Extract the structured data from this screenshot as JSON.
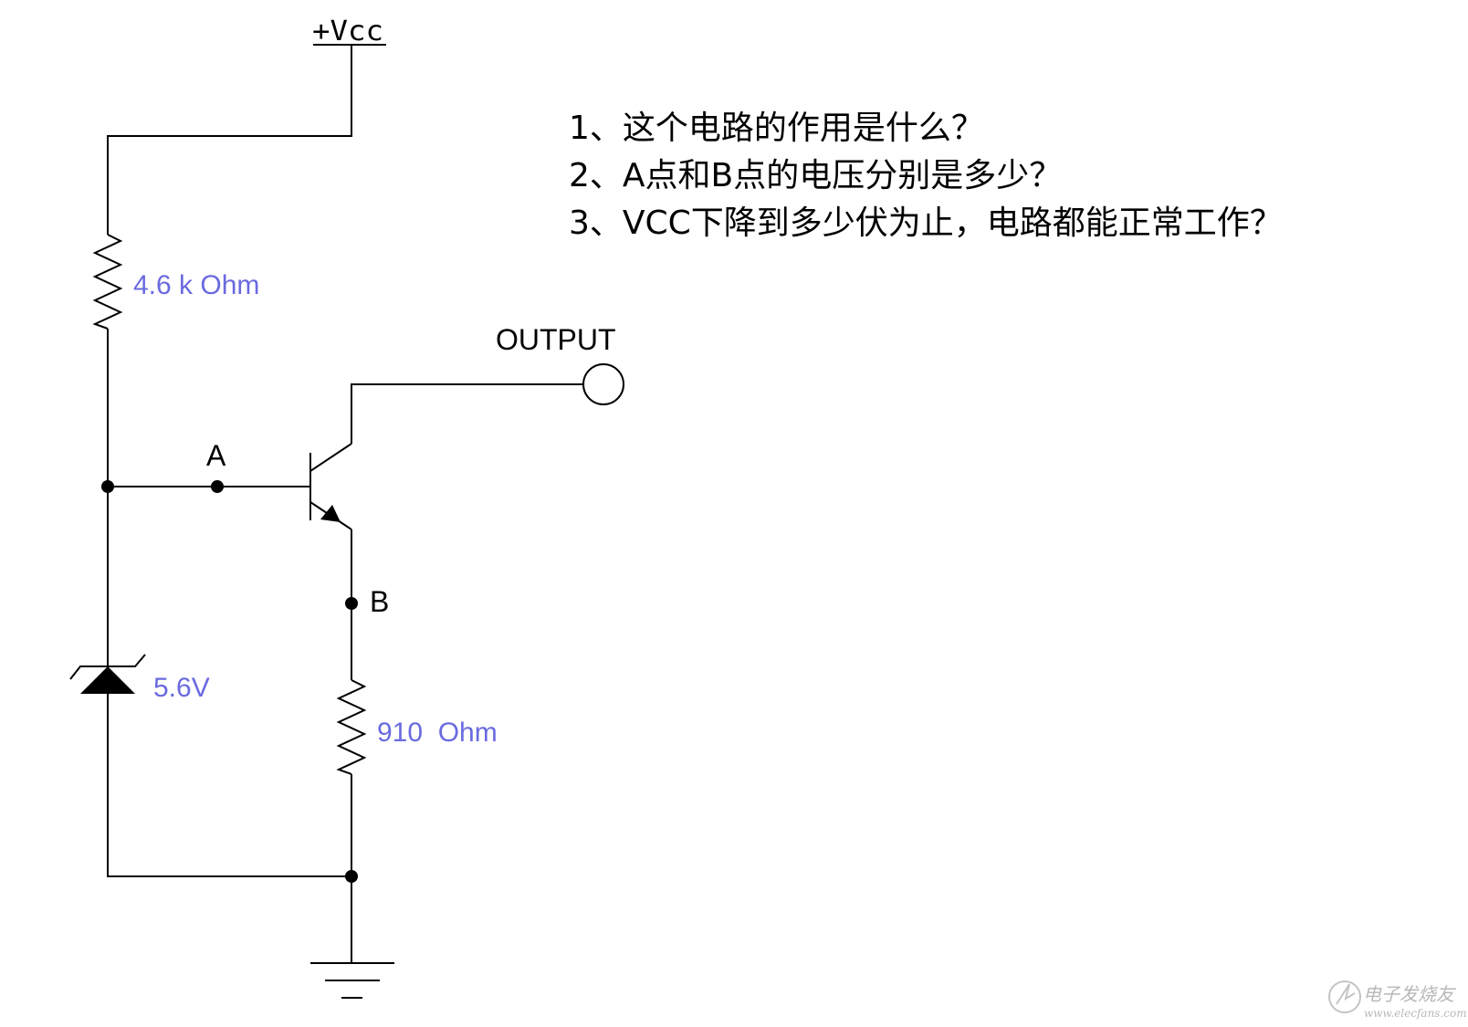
{
  "supply": {
    "label": "+Vcc"
  },
  "components": {
    "r_top": {
      "label": "4.6 k Ohm"
    },
    "zener": {
      "label": "5.6V"
    },
    "r_bottom": {
      "label": "910  Ohm"
    }
  },
  "nodes": {
    "a_label": "A",
    "b_label": "B"
  },
  "output": {
    "label": "OUTPUT"
  },
  "questions": [
    "1、这个电路的作用是什么？",
    "2、A点和B点的电压分别是多少？",
    "3、VCC下降到多少伏为止，电路都能正常工作？"
  ],
  "watermark": {
    "title": "电子发烧友",
    "url": "www.elecfans.com"
  },
  "colors": {
    "wire": "#000000",
    "component_label": "#6a6ae0",
    "watermark": "#b8b8b8"
  }
}
